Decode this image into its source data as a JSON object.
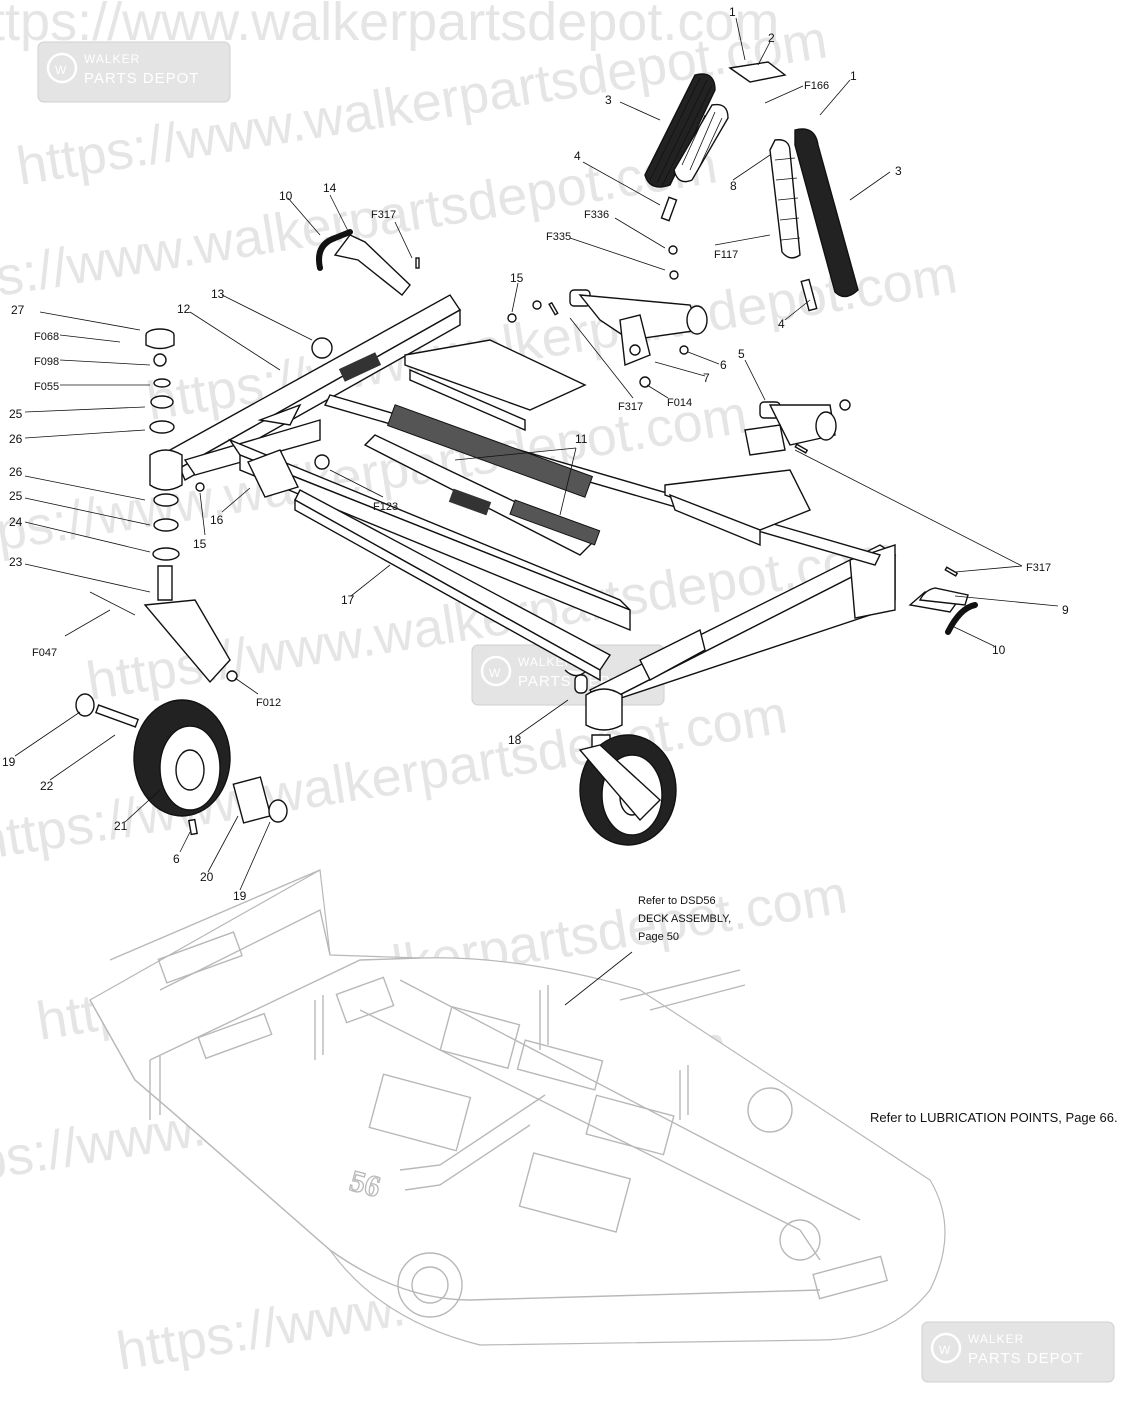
{
  "watermark": {
    "url_text": "https://www.walkerpartsdepot.com",
    "badge_line1": "WALKER",
    "badge_line2": "PARTS DEPOT"
  },
  "notes": {
    "deck_ref_line1": "Refer to DSD56",
    "deck_ref_line2": "DECK ASSEMBLY,",
    "deck_ref_line3": "Page 50",
    "lubrication_ref": "Refer to LUBRICATION POINTS, Page 66.",
    "deck_size": "56"
  },
  "callouts": {
    "c1a": "1",
    "c2": "2",
    "cF166": "F166",
    "c1b": "1",
    "c3a": "3",
    "c3b": "3",
    "c4a": "4",
    "c8": "8",
    "cF336": "F336",
    "cF335": "F335",
    "cF117": "F117",
    "c4b": "4",
    "c10a": "10",
    "c14": "14",
    "cF317a": "F317",
    "c15a": "15",
    "c27": "27",
    "c12": "12",
    "c13": "13",
    "cF068": "F068",
    "cF098": "F098",
    "cF055": "F055",
    "c25a": "25",
    "c26a": "26",
    "c6a": "6",
    "c7": "7",
    "cF317b": "F317",
    "cF014": "F014",
    "c5": "5",
    "c11": "11",
    "c26b": "26",
    "c25b": "25",
    "c24": "24",
    "c23": "23",
    "c16": "16",
    "c15b": "15",
    "cF123": "F123",
    "cF317c": "F317",
    "c9": "9",
    "c10b": "10",
    "c17": "17",
    "cF047": "F047",
    "cF012": "F012",
    "c18": "18",
    "c19a": "19",
    "c22": "22",
    "c21": "21",
    "c6b": "6",
    "c20": "20",
    "c19b": "19"
  }
}
